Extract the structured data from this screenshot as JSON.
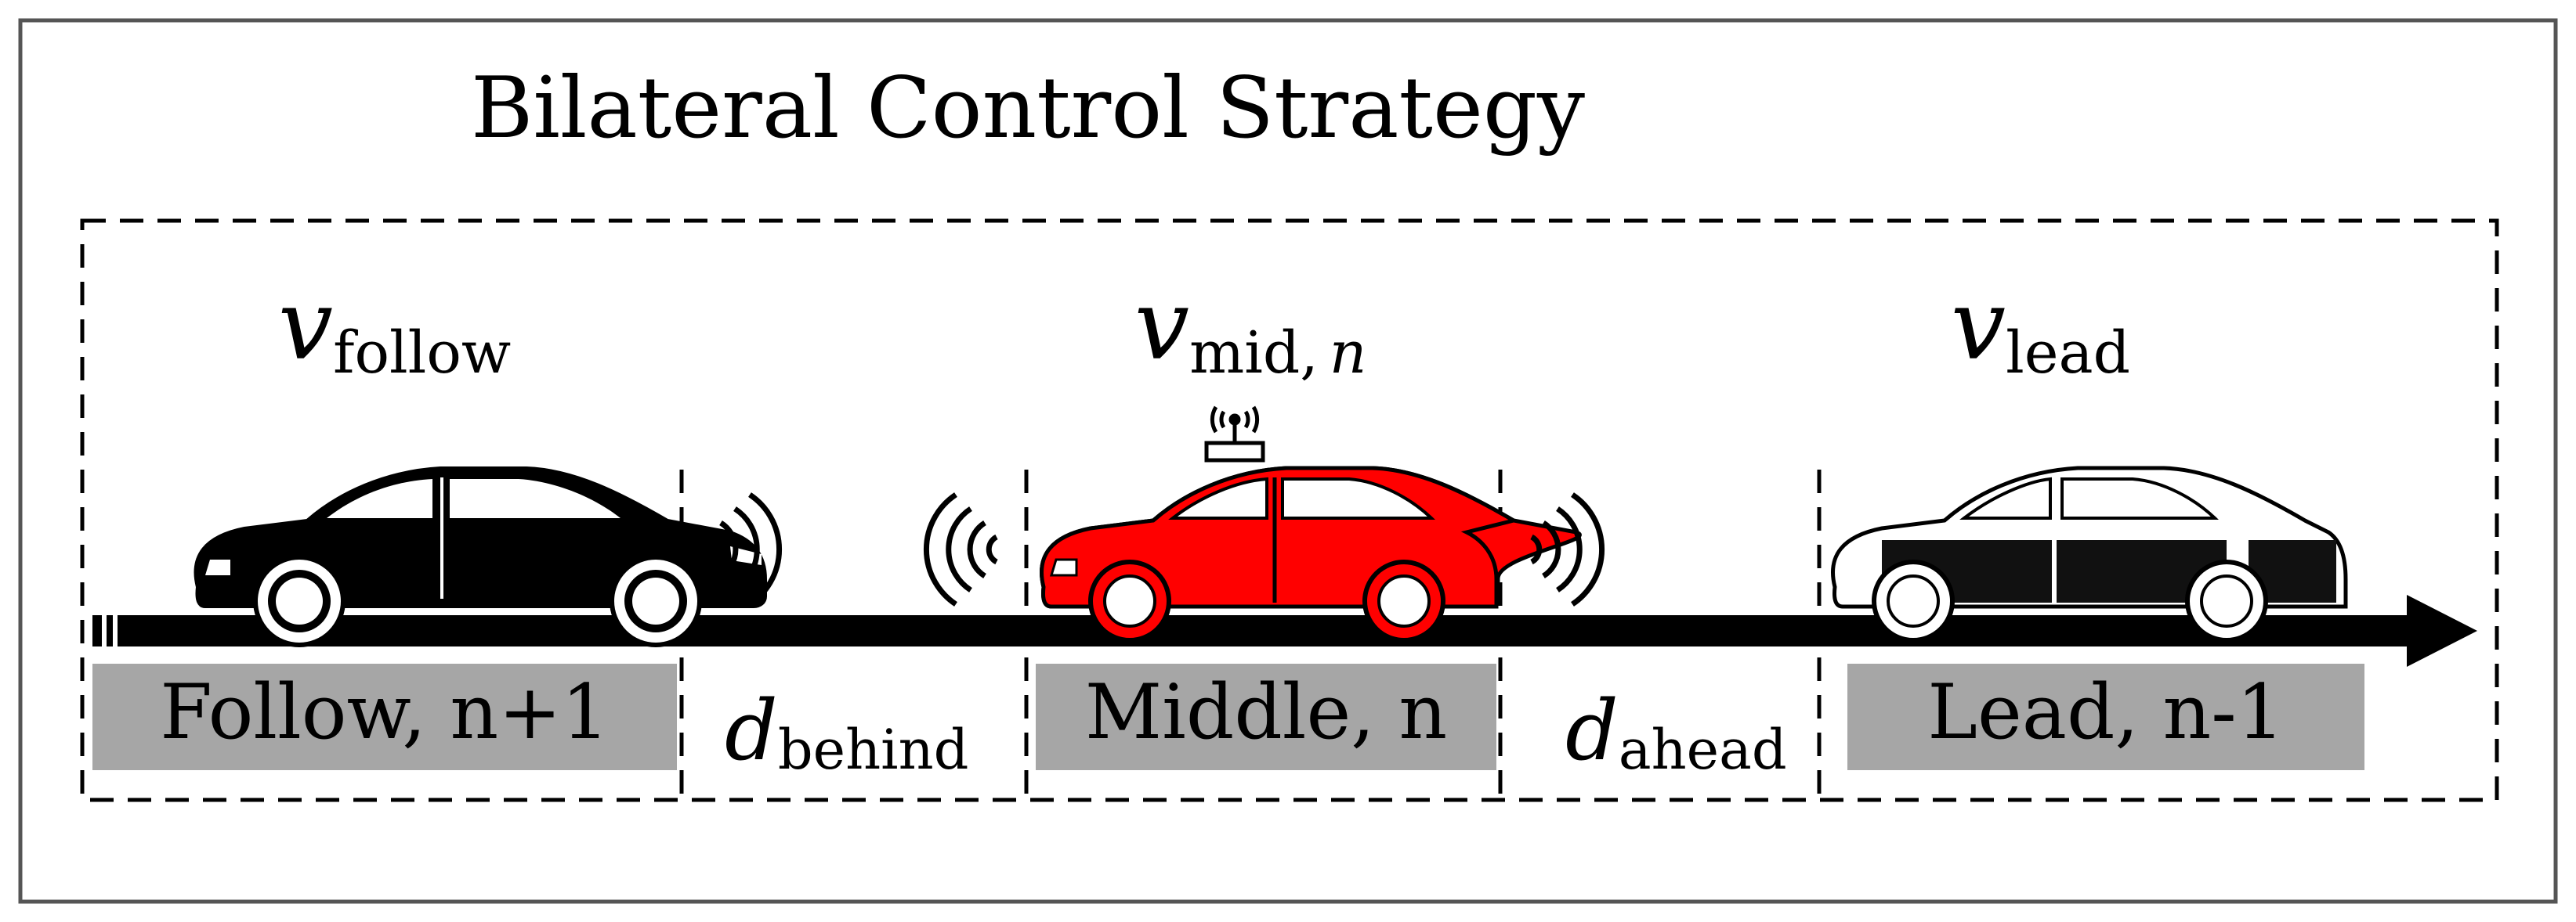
{
  "title": "Bilateral Control Strategy",
  "vehicles": [
    {
      "id": "follow",
      "speed_symbol": "v",
      "speed_subscript": "follow",
      "speed_subscript_italic": "",
      "label": "Follow, n+1",
      "body_color": "#000000",
      "connected": false
    },
    {
      "id": "middle",
      "speed_symbol": "v",
      "speed_subscript": "mid,",
      "speed_subscript_italic": "n",
      "label": "Middle, n",
      "body_color": "#ff0000",
      "connected": true
    },
    {
      "id": "lead",
      "speed_symbol": "v",
      "speed_subscript": "lead",
      "speed_subscript_italic": "",
      "label": "Lead, n-1",
      "body_color": "#000000",
      "connected": false
    }
  ],
  "gaps": [
    {
      "id": "behind",
      "symbol": "d",
      "subscript": "behind"
    },
    {
      "id": "ahead",
      "symbol": "d",
      "subscript": "ahead"
    }
  ],
  "colors": {
    "label_box": "#a6a6a6",
    "road": "#000000",
    "frame": "#555555",
    "follow_car": "#000000",
    "middle_car": "#ff0000",
    "lead_car_panel": "#111111"
  },
  "icons": [
    "wifi-signal-icon",
    "antenna-icon",
    "road-arrow-icon"
  ]
}
